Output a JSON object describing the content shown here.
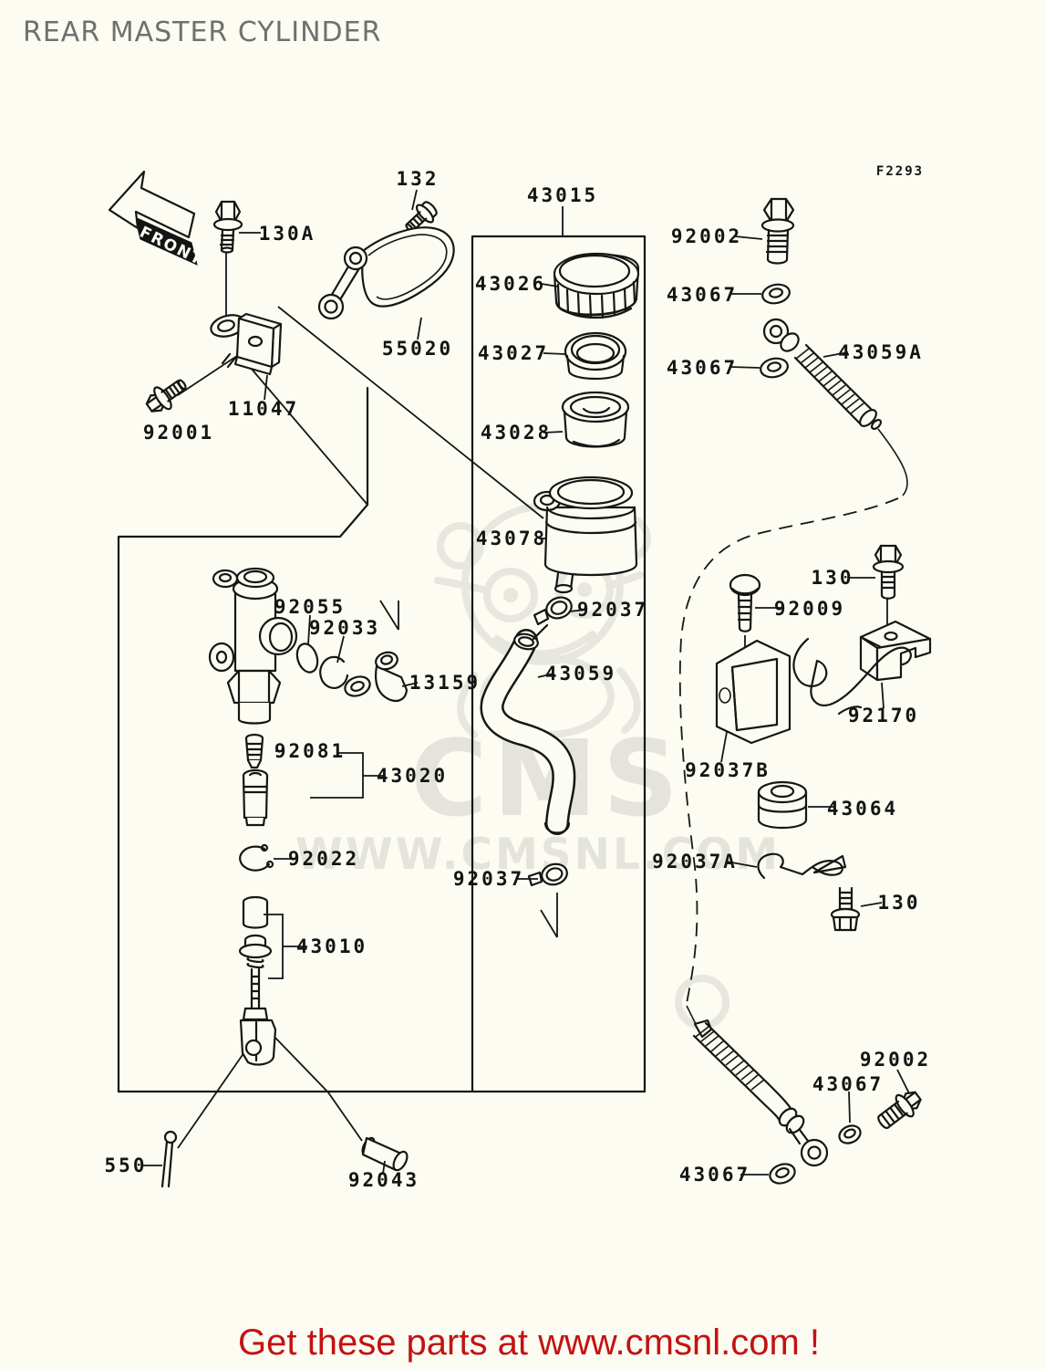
{
  "page": {
    "title": "REAR MASTER CYLINDER",
    "figure_code": "F2293",
    "front_label": "FRONT",
    "footer_text": "Get these parts at www.cmsnl.com !",
    "colors": {
      "background": "#fcfcf2",
      "line_ink": "#161616",
      "title_gray": "#707070",
      "footer_red": "#c41212",
      "watermark_gray": "#e4e4dd"
    }
  },
  "watermark": {
    "cms": "CMS",
    "url": "WWW.CMSNL.COM"
  },
  "parts": [
    {
      "label": "132"
    },
    {
      "label": "130A"
    },
    {
      "label": "43015"
    },
    {
      "label": "92002"
    },
    {
      "label": "43067"
    },
    {
      "label": "43026"
    },
    {
      "label": "43027"
    },
    {
      "label": "43067"
    },
    {
      "label": "43059A"
    },
    {
      "label": "55020"
    },
    {
      "label": "11047"
    },
    {
      "label": "92001"
    },
    {
      "label": "43028"
    },
    {
      "label": "43078"
    },
    {
      "label": "92037"
    },
    {
      "label": "92055"
    },
    {
      "label": "92033"
    },
    {
      "label": "13159"
    },
    {
      "label": "43059"
    },
    {
      "label": "92009"
    },
    {
      "label": "130"
    },
    {
      "label": "92170"
    },
    {
      "label": "92037B"
    },
    {
      "label": "43064"
    },
    {
      "label": "92022"
    },
    {
      "label": "92037"
    },
    {
      "label": "92037A"
    },
    {
      "label": "130"
    },
    {
      "label": "43010"
    },
    {
      "label": "92081"
    },
    {
      "label": "43020"
    },
    {
      "label": "550"
    },
    {
      "label": "92043"
    },
    {
      "label": "92002"
    },
    {
      "label": "43067"
    },
    {
      "label": "43067"
    }
  ]
}
